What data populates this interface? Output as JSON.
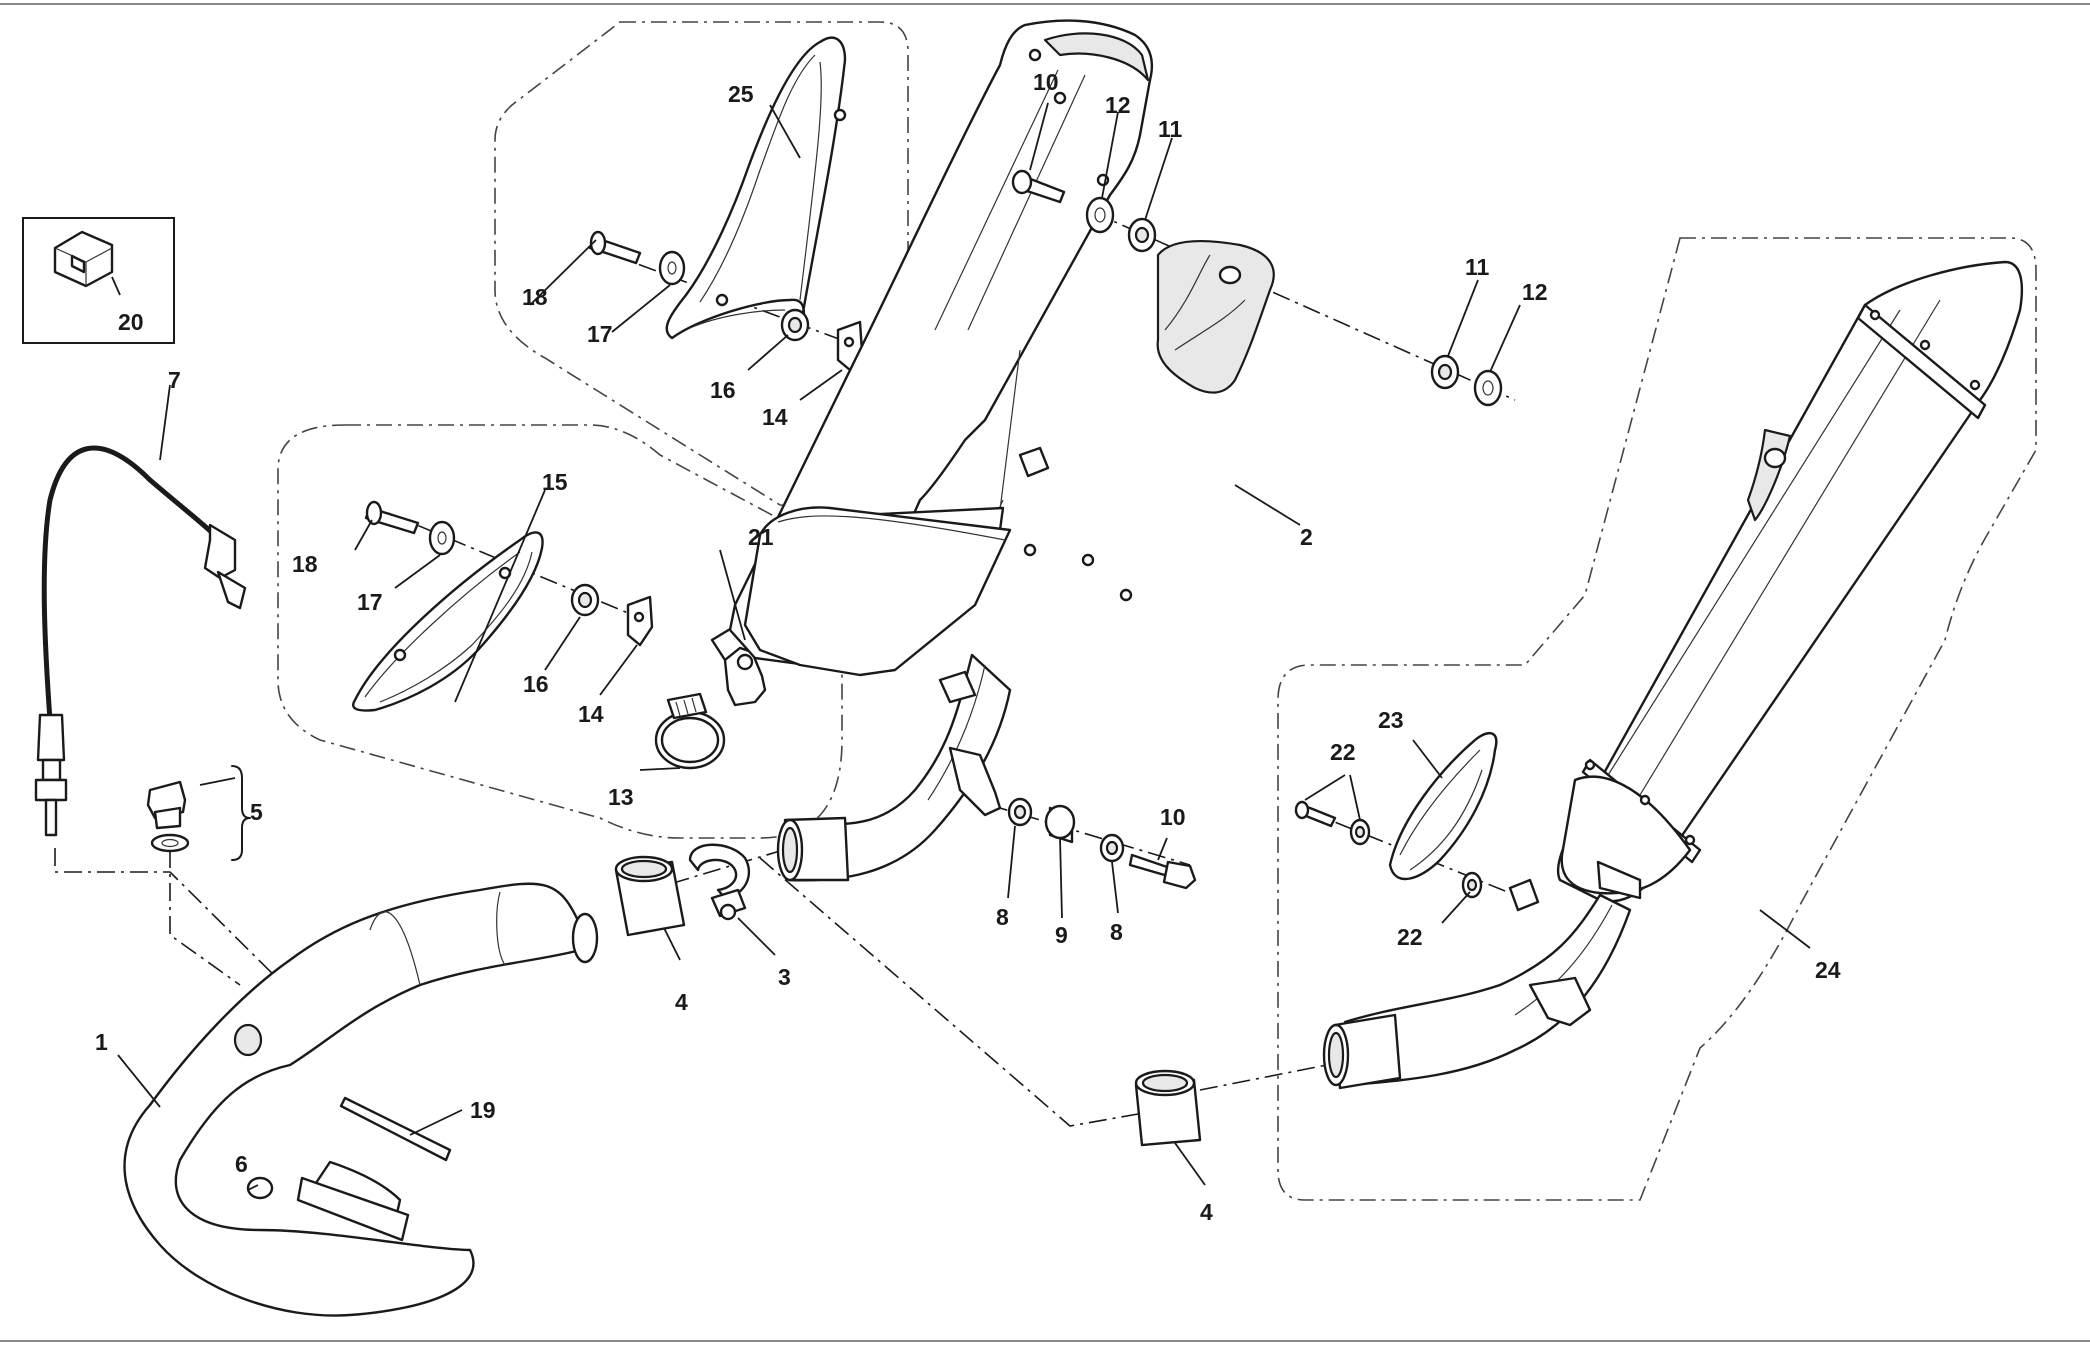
{
  "diagram": {
    "callouts": {
      "c1": "1",
      "c2": "2",
      "c3": "3",
      "c4a": "4",
      "c4b": "4",
      "c5": "5",
      "c6": "6",
      "c7": "7",
      "c8a": "8",
      "c8b": "8",
      "c9": "9",
      "c10a": "10",
      "c10b": "10",
      "c11a": "11",
      "c11b": "11",
      "c12a": "12",
      "c12b": "12",
      "c13": "13",
      "c14a": "14",
      "c14b": "14",
      "c15": "15",
      "c16a": "16",
      "c16b": "16",
      "c17a": "17",
      "c17b": "17",
      "c18a": "18",
      "c18b": "18",
      "c19": "19",
      "c20": "20",
      "c21": "21",
      "c22a": "22",
      "c22b": "22",
      "c23": "23",
      "c24": "24",
      "c25": "25"
    },
    "colors": {
      "line": "#1a1a1a",
      "fill": "#ffffff",
      "shade": "#e8e8e8"
    }
  }
}
